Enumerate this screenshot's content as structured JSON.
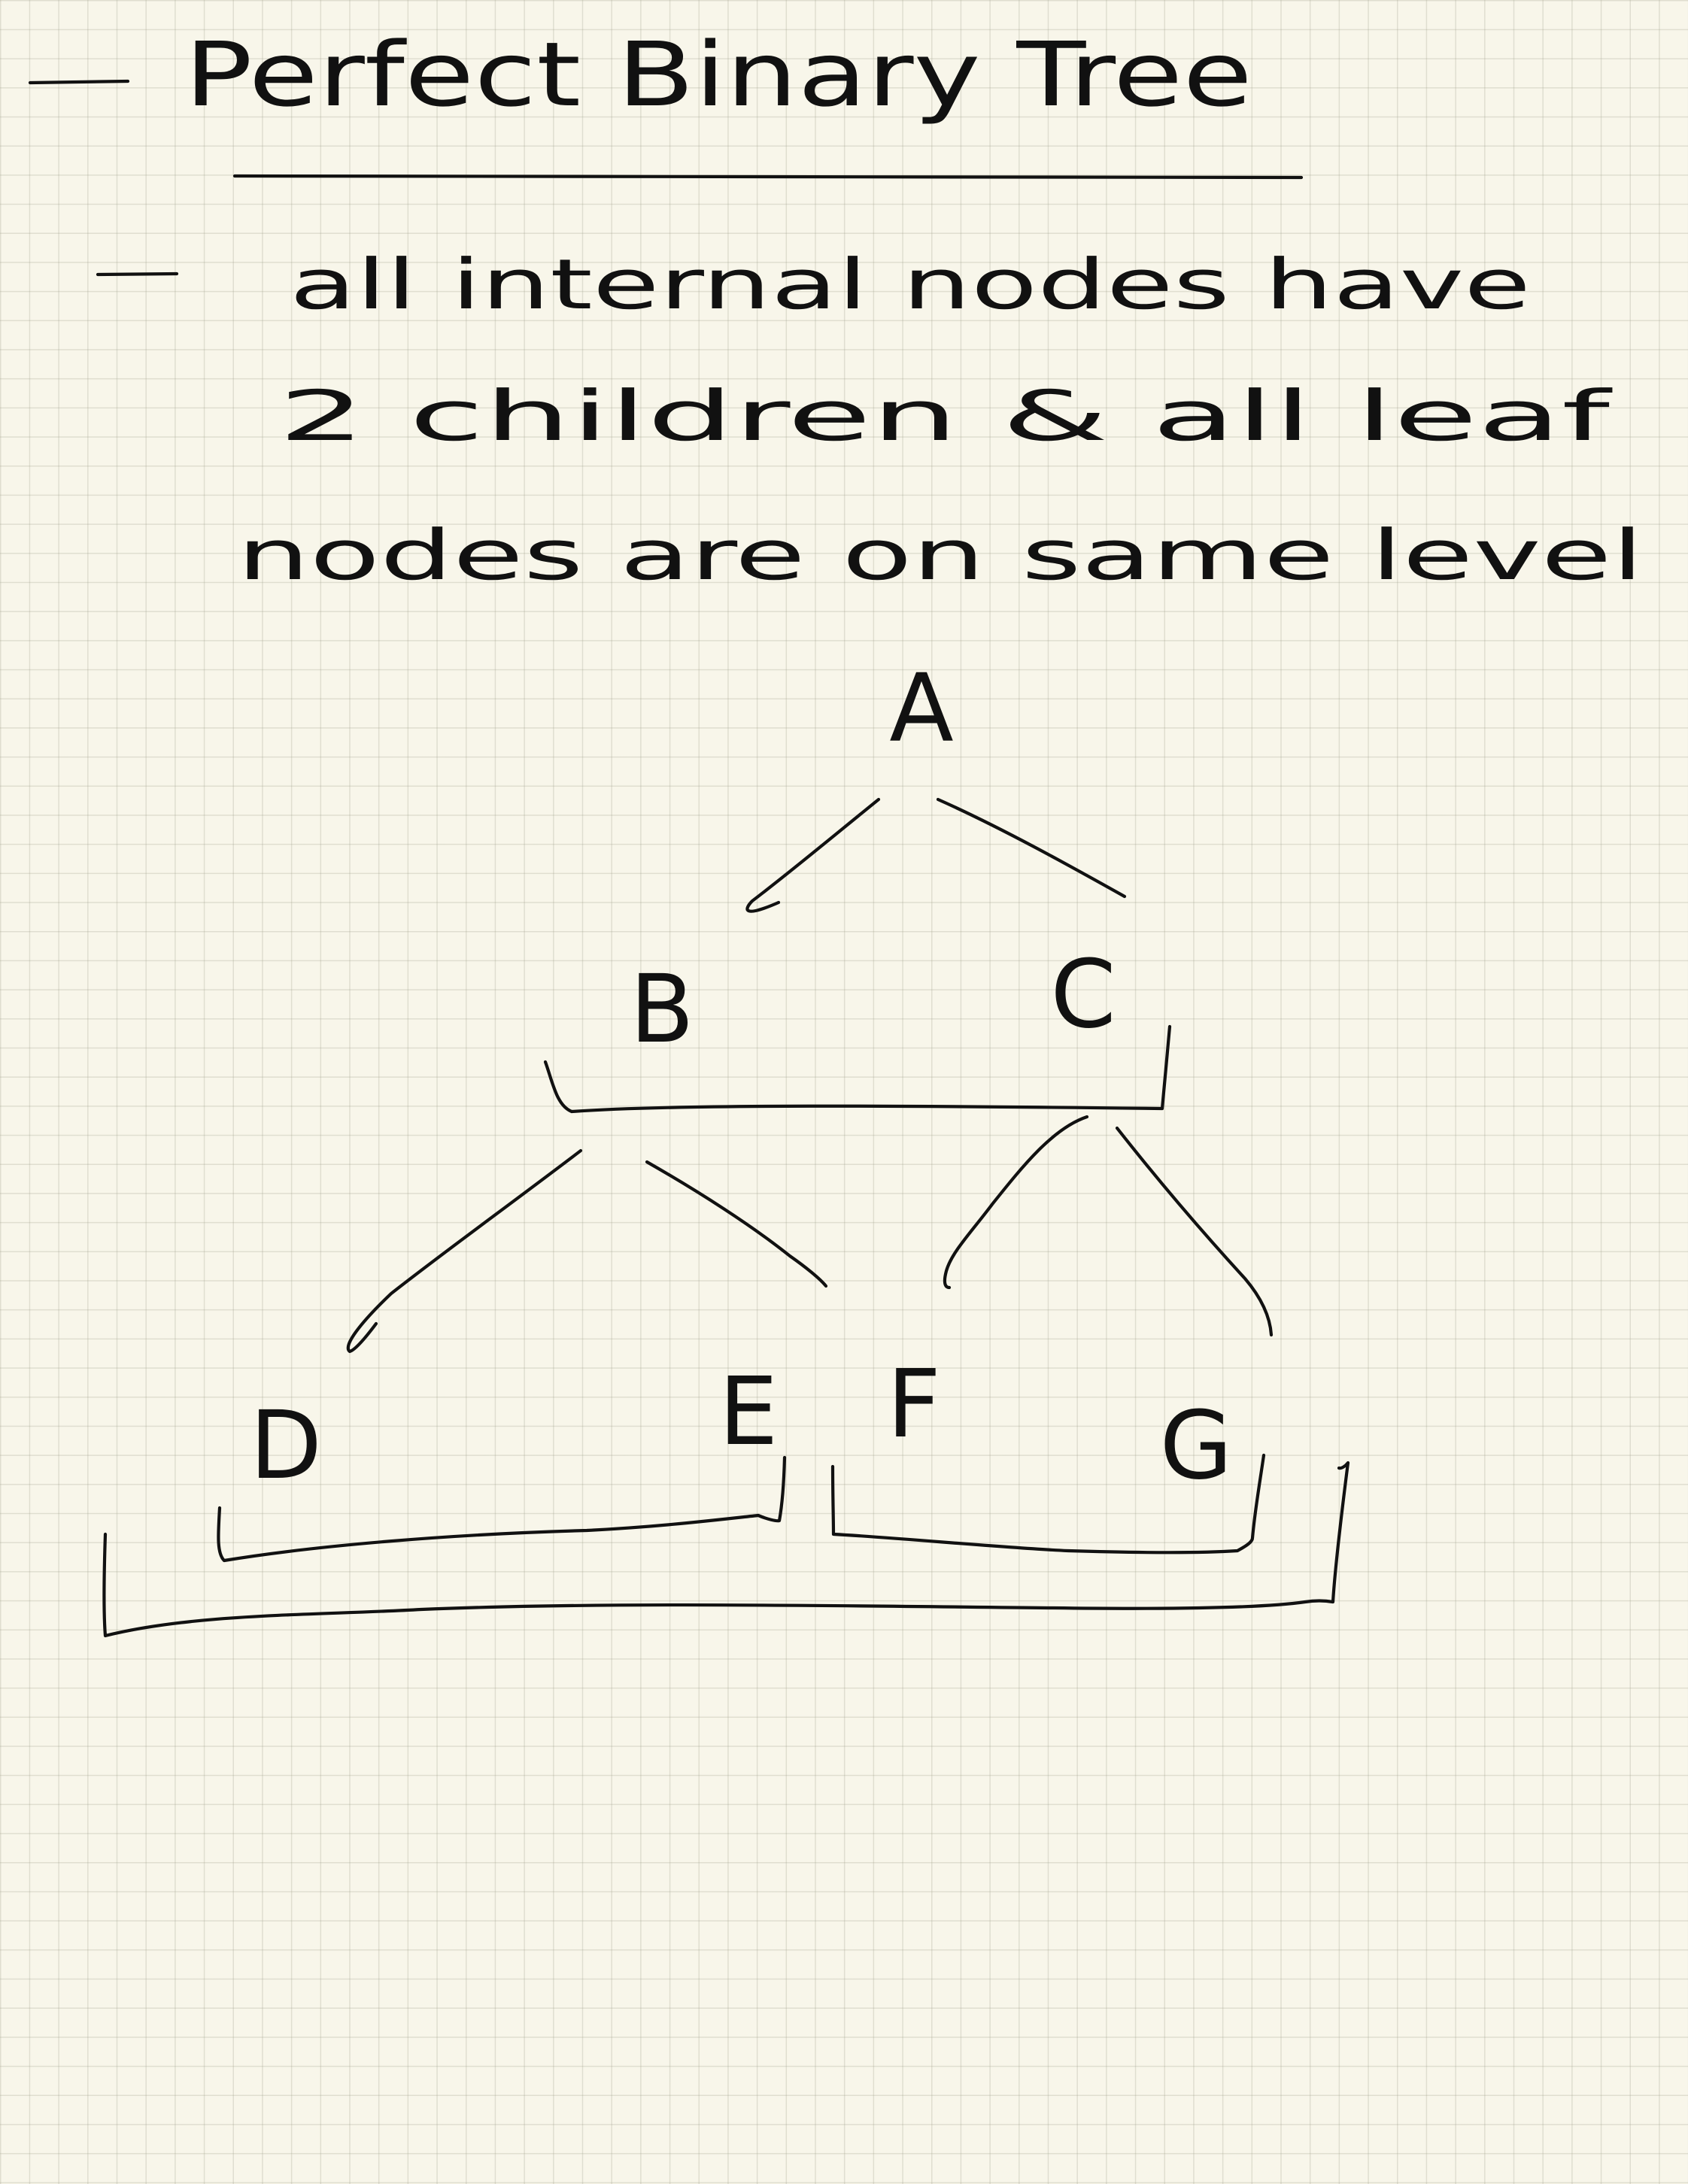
{
  "note": {
    "title": "Perfect Binary Tree",
    "definition_lines": [
      "all internal nodes have",
      "2 children & all leaf",
      "nodes are on same level"
    ]
  },
  "tree": {
    "root": "A",
    "level1": [
      "B",
      "C"
    ],
    "level2": [
      "D",
      "E",
      "F",
      "G"
    ]
  },
  "colors": {
    "paper": "#f8f6ea",
    "ink": "#111111",
    "grid": "#d9d7c8"
  }
}
